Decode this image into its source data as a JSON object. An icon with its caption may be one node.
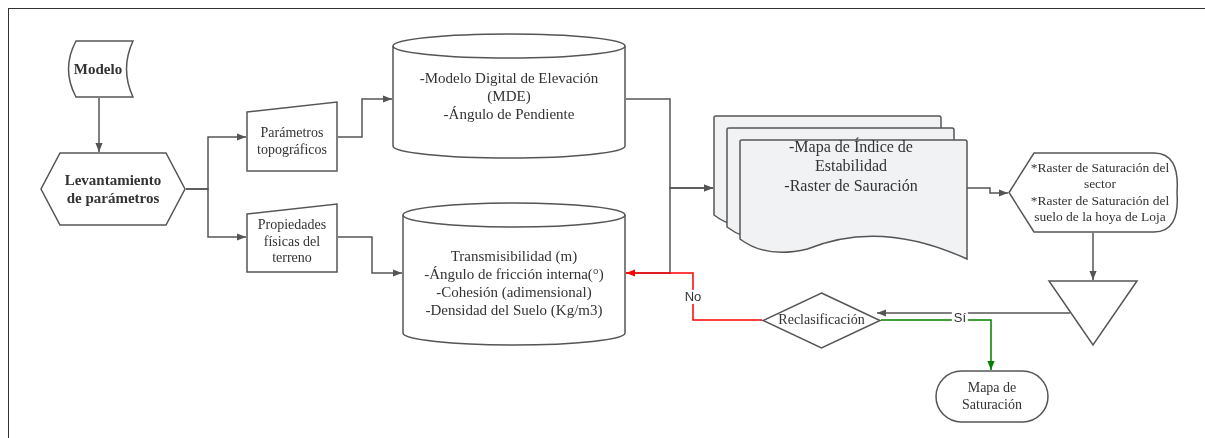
{
  "diagram": {
    "nodes": [
      {
        "text": [
          "Modelo"
        ]
      },
      {
        "text": [
          "Levantamiento de parámetros"
        ]
      },
      {
        "text": [
          "Parámetros topográficos"
        ]
      },
      {
        "text": [
          "Propiedades físicas del terreno"
        ]
      },
      {
        "text": [
          "-Modelo Digital de Elevación (MDE)",
          "-Ángulo de Pendiente"
        ]
      },
      {
        "text": [
          "Transmisibilidad (m)",
          "-Ángulo de fricción interna(°)",
          "-Cohesión (adimensional)",
          "-Densidad del Suelo (Kg/m3)"
        ]
      },
      {
        "text": [
          "-Mapa de Índice de Estabilidad",
          "-Raster de Sauración"
        ]
      },
      {
        "text": [
          "*Raster de Saturación del sector",
          "*Raster de Saturación del suelo de la hoya de Loja"
        ]
      },
      {
        "text": [],
        "shape": "triangle"
      },
      {
        "text": [
          "Reclasificación"
        ]
      },
      {
        "text": [
          "Mapa de Saturación"
        ]
      }
    ],
    "edges": [
      {
        "from": 0,
        "to": 1,
        "arrow": "to"
      },
      {
        "from": 1,
        "to": 2,
        "arrow": "to"
      },
      {
        "from": 1,
        "to": 3,
        "arrow": "to"
      },
      {
        "from": 2,
        "to": 4,
        "arrow": "to"
      },
      {
        "from": 3,
        "to": 5,
        "arrow": "to"
      },
      {
        "from": 4,
        "to": 6,
        "arrow": "to"
      },
      {
        "from": 5,
        "to": 6,
        "arrow": "to"
      },
      {
        "from": 6,
        "to": 7,
        "arrow": "to"
      },
      {
        "from": 7,
        "to": 8,
        "arrow": "to"
      },
      {
        "from": 8,
        "to": 9,
        "arrow": "to"
      },
      {
        "from": 9,
        "to": 5,
        "arrow": "to",
        "label": "No",
        "color": "#ff0000"
      },
      {
        "from": 9,
        "to": 10,
        "arrow": "to",
        "label": "Sí",
        "color": "#008000"
      }
    ]
  }
}
